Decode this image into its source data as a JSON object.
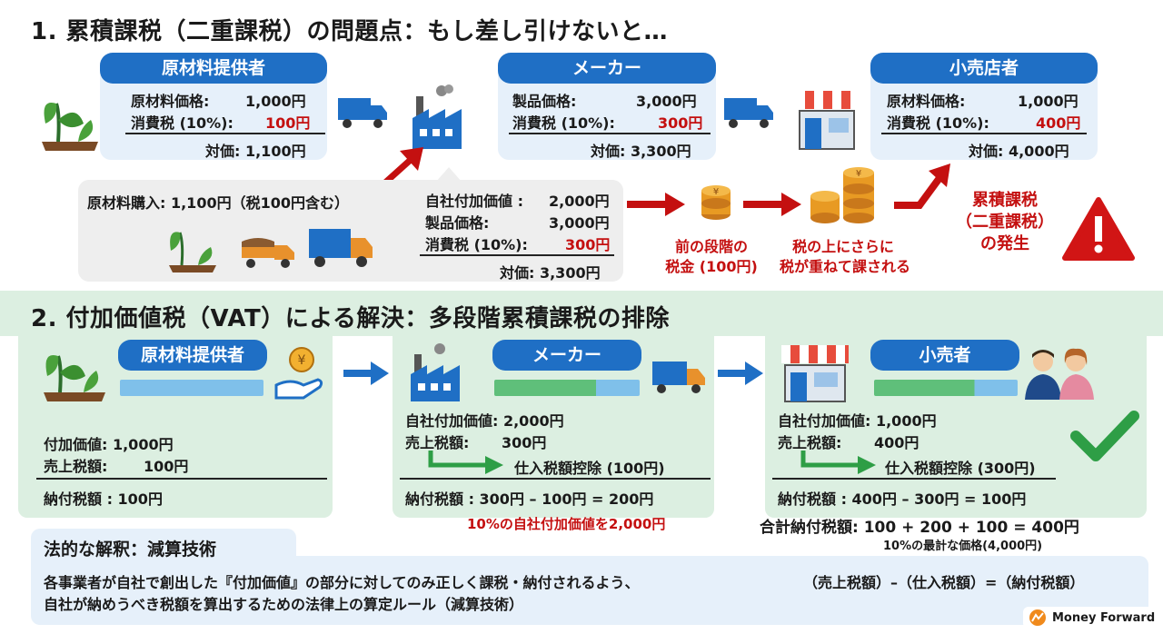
{
  "section1": {
    "title": "1. 累積課税（二重課税）の問題点：もし差し引けないと…",
    "supplier": {
      "label": "原材料提供者",
      "price_label": "原材料価格:",
      "price": "1,000円",
      "tax_label": "消費税 (10%):",
      "tax": "100円",
      "total": "対価: 1,100円"
    },
    "maker": {
      "label": "メーカー",
      "price_label": "製品価格:",
      "price": "3,000円",
      "tax_label": "消費税 (10%):",
      "tax": "300円",
      "total": "対価: 3,300円"
    },
    "retailer": {
      "label": "小売店者",
      "price_label": "原材料価格:",
      "price": "1,000円",
      "tax_label": "消費税 (10%):",
      "tax": "400円",
      "total": "対価: 4,000円"
    },
    "purchase": {
      "text": "原材料購入: 1,100円（税100円含む）",
      "added_value_label": "自社付加価値 :",
      "added_value": "2,000円",
      "price_label": "製品価格:",
      "price": "3,000円",
      "tax_label": "消費税 (10%):",
      "tax": "300円",
      "total": "対価: 3,300円"
    },
    "coin_caption1_line1": "前の段階の",
    "coin_caption1_line2": "税金 (100円)",
    "coin_caption2_line1": "税の上にさらに",
    "coin_caption2_line2": "税が重ねて課される",
    "result_line1": "累積課税",
    "result_line2": "（二重課税）",
    "result_line3": "の発生"
  },
  "section2": {
    "title": "2. 付加価値税（VAT）による解決：多段階累積課税の排除",
    "supplier": {
      "label": "原材料提供者",
      "added_value": "付加価値: 1,000円",
      "sales_tax_label": "売上税額:",
      "sales_tax": "100円",
      "payment": "納付税額 : 100円"
    },
    "maker": {
      "label": "メーカー",
      "added_value": "自社付加価値: 2,000円",
      "sales_tax_label": "売上税額:",
      "sales_tax": "300円",
      "deduction": "仕入税額控除 (100円)",
      "payment": "納付税額 : 300円 – 100円 = 200円",
      "note": "10%の自社付加価値を2,000円"
    },
    "retailer": {
      "label": "小売者",
      "added_value": "自社付加価値: 1,000円",
      "sales_tax_label": "売上税額:",
      "sales_tax": "400円",
      "deduction": "仕入税額控除 (300円)",
      "payment": "納付税額 : 400円 – 300円 = 100円",
      "total": "合計納付税額: 100 + 200 + 100 = 400円",
      "total_note": "10%の最計な価格(4,000円)"
    }
  },
  "legal": {
    "title": "法的な解釈：減算技術",
    "line1": "各事業者が自社で創出した『付加価値』の部分に対してのみ正しく課税・納付されるよう、",
    "formula": "（売上税額）–（仕入税額）=（納付税額）",
    "line2": "自社が納めうべき税額を算出するための法律上の算定ルール（減算技術）"
  },
  "brand": {
    "name": "Money Forward"
  },
  "colors": {
    "blue": "#1f6fc5",
    "red": "#c41010",
    "green": "#2e9e46",
    "light_blue": "#e6f0fa",
    "light_green": "#dcefe1"
  }
}
